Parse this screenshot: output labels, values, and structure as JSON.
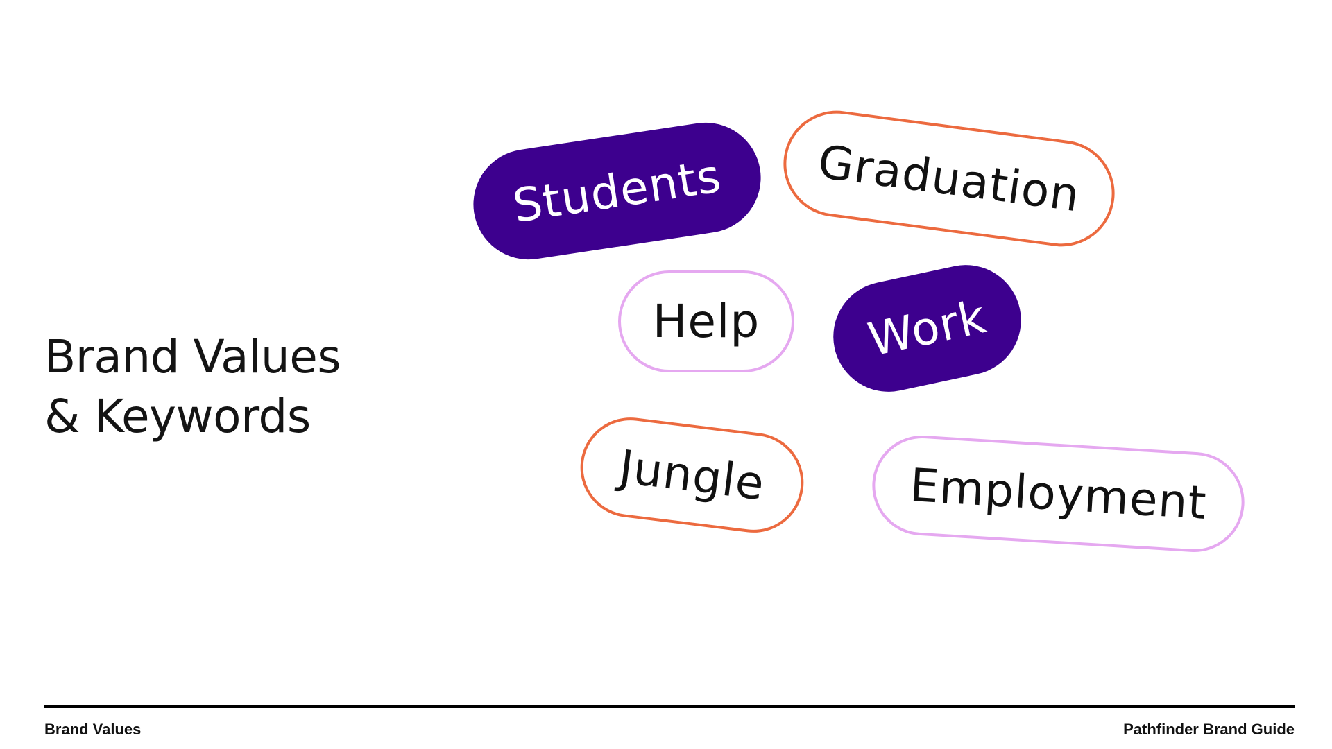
{
  "heading": {
    "line1": "Brand Values",
    "line2": "& Keywords"
  },
  "keywords": {
    "students": "Students",
    "graduation": "Graduation",
    "help": "Help",
    "work": "Work",
    "jungle": "Jungle",
    "employment": "Employment"
  },
  "footer": {
    "left": "Brand Values",
    "right": "Pathfinder Brand Guide"
  },
  "colors": {
    "purple": "#3d008e",
    "orange": "#ec6a3f",
    "pink": "#e5a8f0",
    "rule": "#000000"
  }
}
